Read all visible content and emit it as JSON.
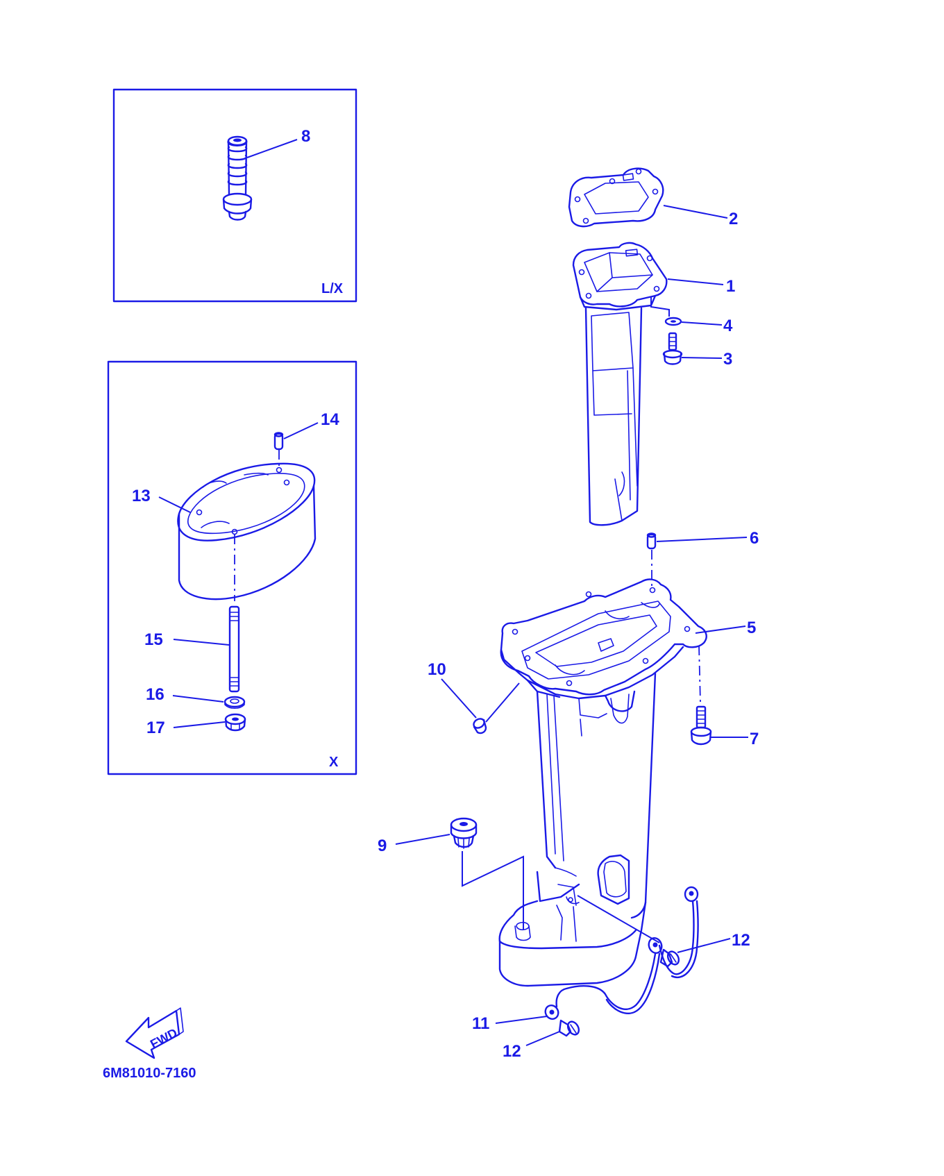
{
  "colors": {
    "ink": "#1a1ae6",
    "background": "#ffffff"
  },
  "insets": {
    "lx": {
      "label": "L/X"
    },
    "x": {
      "label": "X"
    }
  },
  "callouts": {
    "c1": "1",
    "c2": "2",
    "c3": "3",
    "c4": "4",
    "c5": "5",
    "c6": "6",
    "c7": "7",
    "c8": "8",
    "c9": "9",
    "c10": "10",
    "c11": "11",
    "c12a": "12",
    "c12b": "12",
    "c13": "13",
    "c14": "14",
    "c15": "15",
    "c16": "16",
    "c17": "17"
  },
  "fwd_arrow": {
    "label": "FWD"
  },
  "part_number": "6M81010-7160"
}
